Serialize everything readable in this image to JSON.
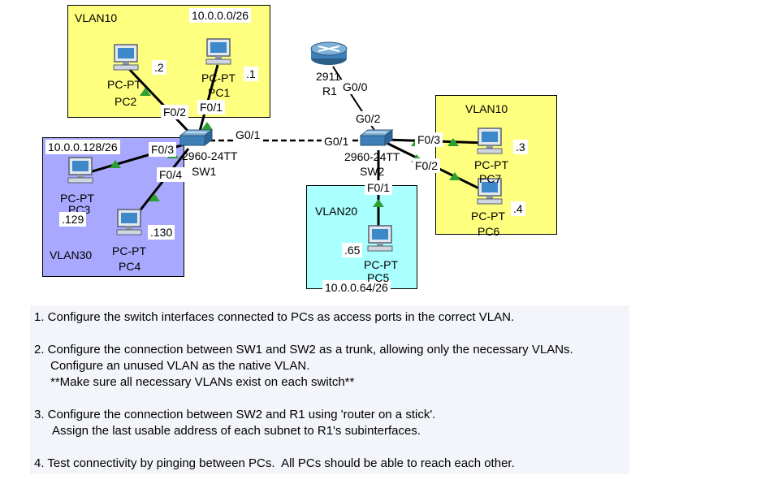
{
  "zones": {
    "vlan10_top": {
      "vlan": "VLAN10",
      "subnet": "10.0.0.0/26",
      "color": "#ffff7f"
    },
    "vlan30": {
      "vlan": "VLAN30",
      "subnet": "10.0.0.128/26",
      "color": "#a8a8ff"
    },
    "vlan20": {
      "vlan": "VLAN20",
      "subnet": "10.0.0.64/26",
      "color": "#aaffff"
    },
    "vlan10_right": {
      "vlan": "VLAN10",
      "color": "#ffff7f"
    }
  },
  "devices": {
    "pc1": {
      "type": "PC-PT",
      "name": "PC1",
      "ip": ".1"
    },
    "pc2": {
      "type": "PC-PT",
      "name": "PC2",
      "ip": ".2"
    },
    "pc3": {
      "type": "PC-PT",
      "name": "PC3",
      "ip": ".129"
    },
    "pc4": {
      "type": "PC-PT",
      "name": "PC4",
      "ip": ".130"
    },
    "pc5": {
      "type": "PC-PT",
      "name": "PC5",
      "ip": ".65"
    },
    "pc6": {
      "type": "PC-PT",
      "name": "PC6",
      "ip": ".4"
    },
    "pc7": {
      "type": "PC-PT",
      "name": "PC7",
      "ip": ".3"
    },
    "sw1": {
      "model": "2960-24TT",
      "name": "SW1"
    },
    "sw2": {
      "model": "2960-24TT",
      "name": "SW2"
    },
    "r1": {
      "model": "2911",
      "name": "R1"
    }
  },
  "ports": {
    "sw1_f02": "F0/2",
    "sw1_f01": "F0/1",
    "sw1_f03": "F0/3",
    "sw1_f04": "F0/4",
    "sw1_g01": "G0/1",
    "sw2_g01": "G0/1",
    "sw2_f03": "F0/3",
    "sw2_f02": "F0/2",
    "sw2_f01": "F0/1",
    "sw2_g02": "G0/2",
    "r1_g00": "G0/0"
  },
  "tasks": [
    "1. Configure the switch interfaces connected to PCs as access ports in the correct VLAN.",
    "2. Configure the connection between SW1 and SW2 as a trunk, allowing only the necessary VLANs.",
    "Configure an unused VLAN as the native VLAN.",
    "**Make sure all necessary VLANs exist on each switch**",
    "3. Configure the connection between SW2 and R1 using 'router on a stick'.",
    "Assign the last usable address of each subnet to R1's subinterfaces.",
    "4. Test connectivity by pinging between PCs.  All PCs should be able to reach each other."
  ],
  "colors": {
    "link": "#000000",
    "link_up": "#2e9e2e",
    "task_bg": "#f3f5fb"
  }
}
